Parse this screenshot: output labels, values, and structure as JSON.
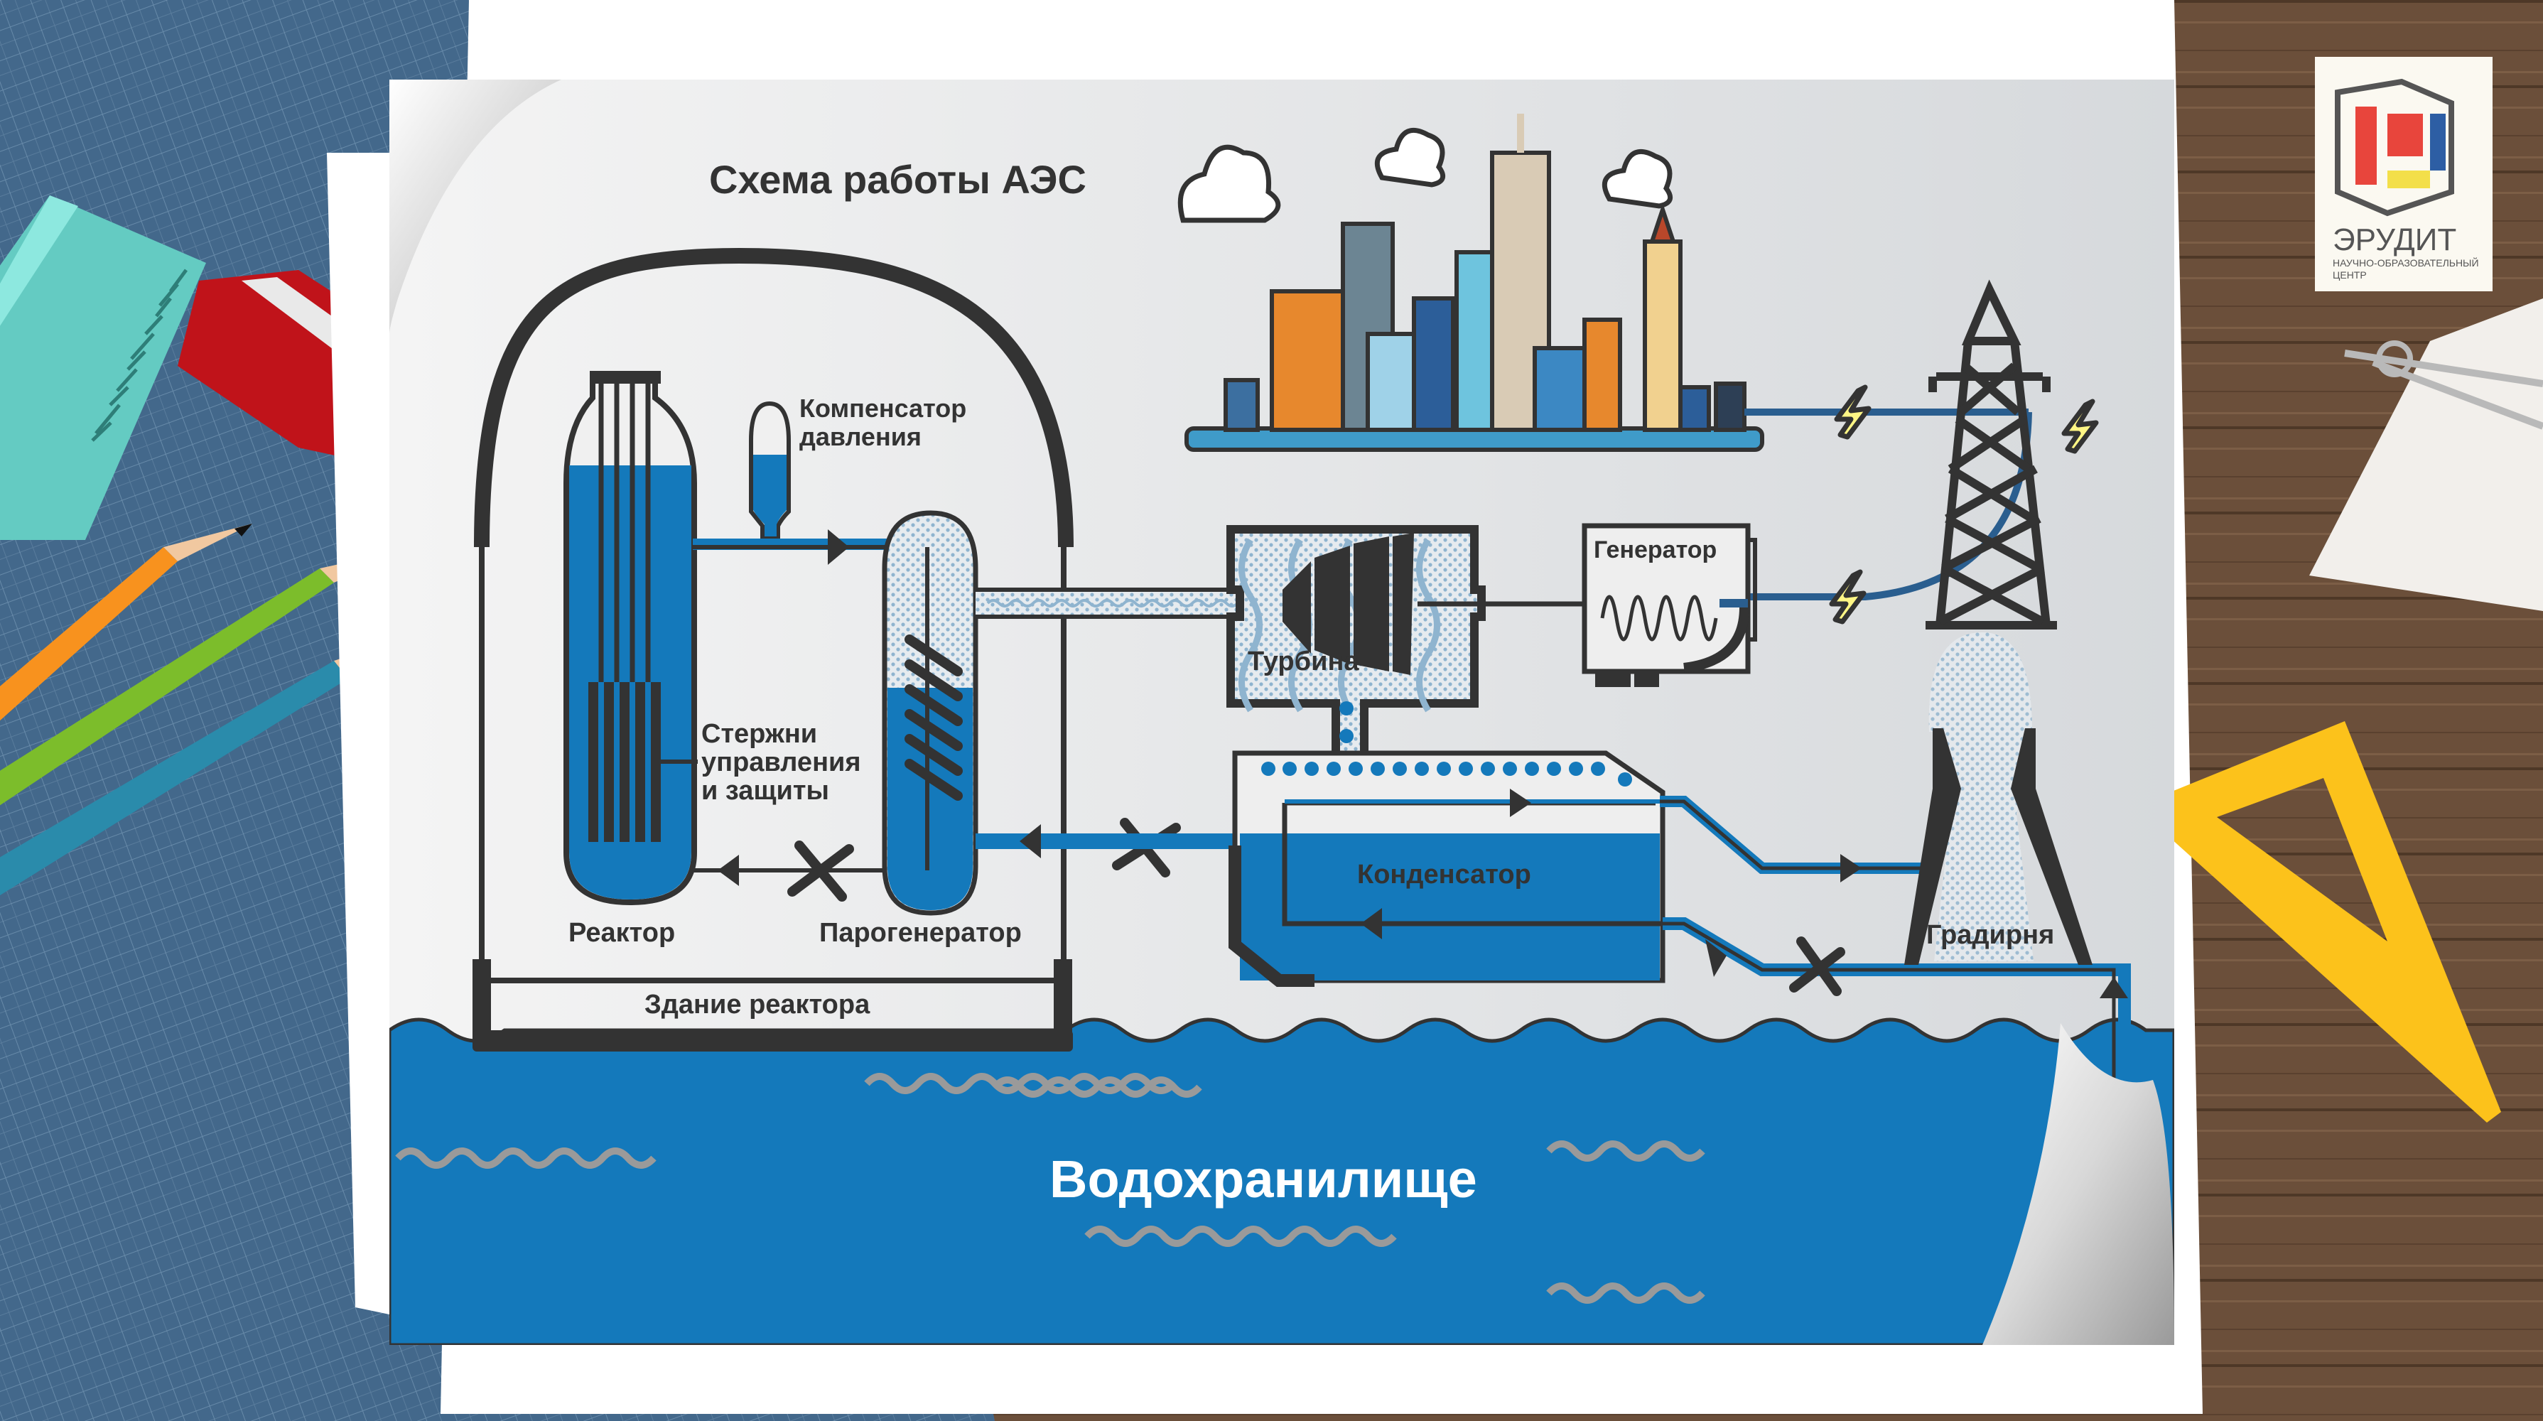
{
  "title": "Схема работы АЭС",
  "labels": {
    "pressurizer_line1": "Компенсатор",
    "pressurizer_line2": "давления",
    "control_rods_line1": "Стержни",
    "control_rods_line2": "управления",
    "control_rods_line3": "и защиты",
    "reactor": "Реактор",
    "steam_generator": "Парогенератор",
    "reactor_building": "Здание реактора",
    "turbine": "Турбина",
    "generator": "Генератор",
    "condenser": "Конденсатор",
    "cooling_tower": "Градирня",
    "reservoir": "Водохранилище"
  },
  "logo": {
    "name": "ЭРУДИТ",
    "subtitle_line1": "НАУЧНО-ОБРАЗОВАТЕЛЬНЫЙ",
    "subtitle_line2": "ЦЕНТР"
  },
  "colors": {
    "water": "#1479bb",
    "outline": "#333333",
    "paper": "#f0f0f0",
    "lightning": "#fff685",
    "power_line": "#2a5e8f"
  },
  "icons": [
    "cloud-icon",
    "city-skyline-icon",
    "power-tower-icon",
    "lightning-icon",
    "valve-icon",
    "flow-arrow-icon"
  ]
}
